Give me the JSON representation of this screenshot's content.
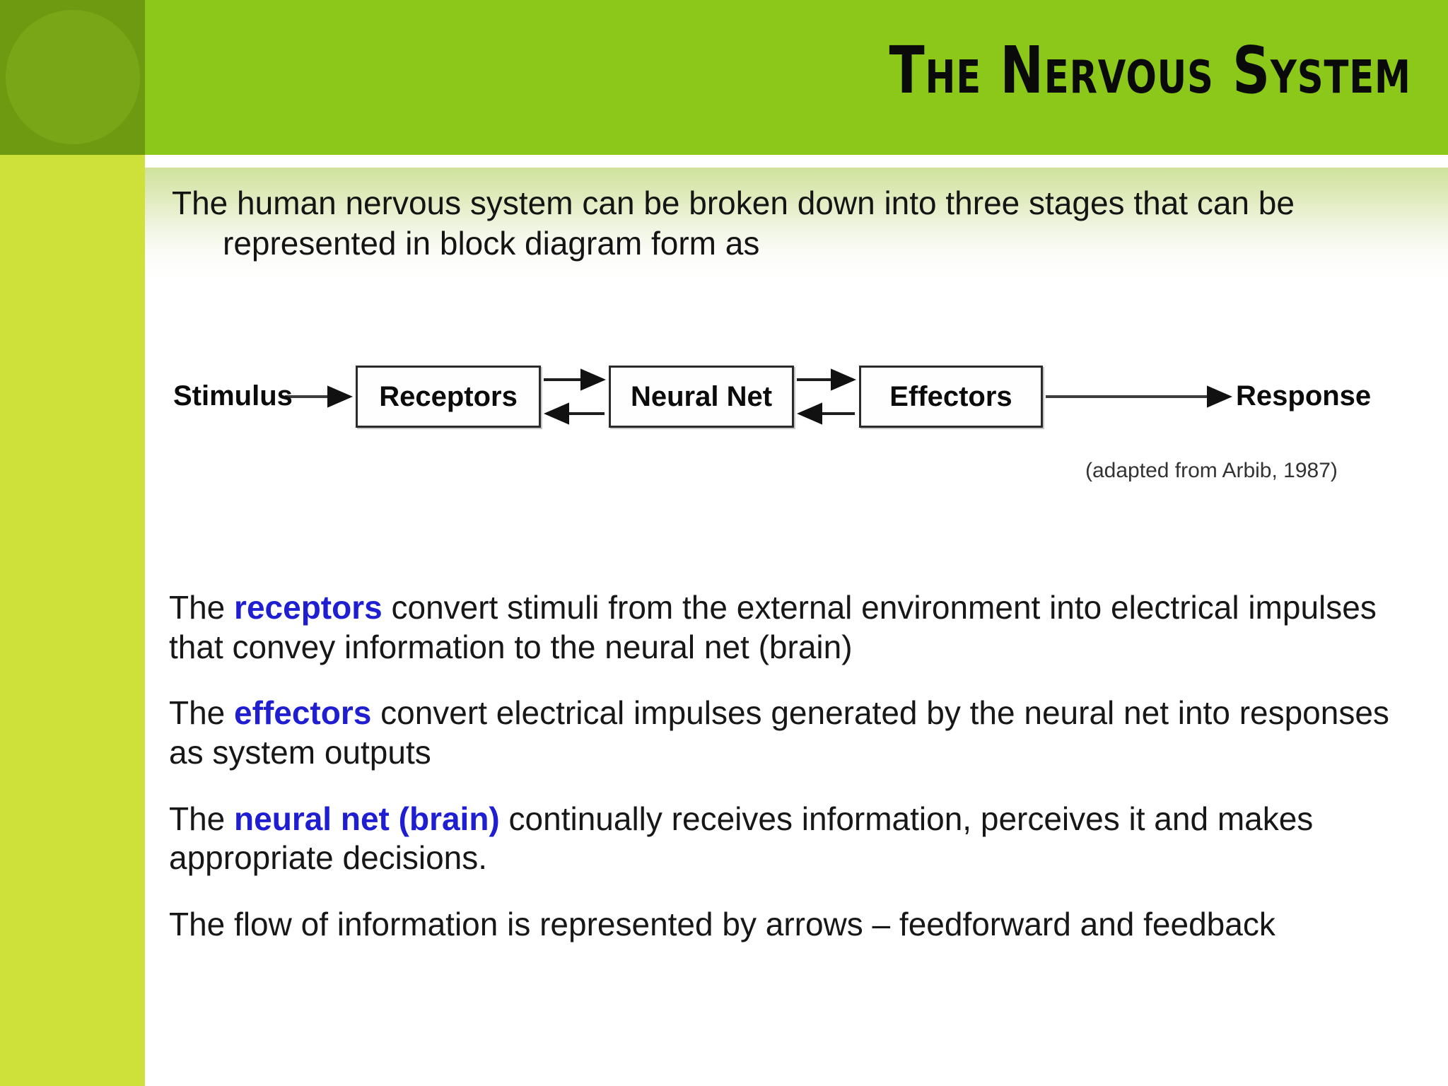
{
  "slide": {
    "title": "The Nervous System",
    "theme": {
      "banner_green": "#8bc81a",
      "strip_dark_green": "#6d9a11",
      "strip_light_green": "#cee03a",
      "accent_blue": "#1f1fd1",
      "body_text": "#171717"
    }
  },
  "intro": {
    "line1": "The human nervous system can be broken down into three stages that can be",
    "line2": "represented in block diagram form as"
  },
  "diagram": {
    "stimulus_label": "Stimulus",
    "response_label": "Response",
    "boxes": [
      {
        "label": "Receptors"
      },
      {
        "label": "Neural Net"
      },
      {
        "label": "Effectors"
      }
    ],
    "attribution": "(adapted from Arbib, 1987)"
  },
  "paragraphs": [
    {
      "lead": "The ",
      "term": "receptors",
      "rest": " convert stimuli from the external environment into electrical impulses that convey information to the neural net (brain)"
    },
    {
      "lead": "The ",
      "term": "effectors",
      "rest": " convert electrical impulses generated by the neural net into responses as system outputs"
    },
    {
      "lead": "The ",
      "term": "neural net (brain)",
      "rest": " continually receives information, perceives it and makes appropriate decisions."
    },
    {
      "lead": "",
      "term": "",
      "rest": "The flow of information is represented by arrows – feedforward and feedback"
    }
  ]
}
